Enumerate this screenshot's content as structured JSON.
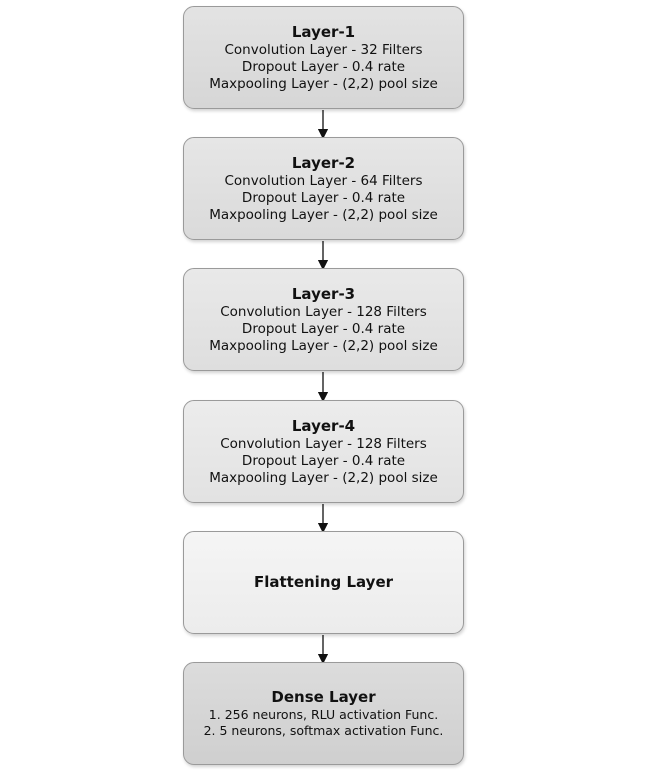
{
  "layers": [
    {
      "title": "Layer-1",
      "lines": [
        "Convolution Layer - 32 Filters",
        "Dropout Layer - 0.4 rate",
        "Maxpooling Layer - (2,2) pool size"
      ]
    },
    {
      "title": "Layer-2",
      "lines": [
        "Convolution Layer - 64 Filters",
        "Dropout Layer - 0.4 rate",
        "Maxpooling Layer - (2,2) pool size"
      ]
    },
    {
      "title": "Layer-3",
      "lines": [
        "Convolution Layer - 128 Filters",
        "Dropout Layer - 0.4 rate",
        "Maxpooling Layer - (2,2) pool size"
      ]
    },
    {
      "title": "Layer-4",
      "lines": [
        "Convolution Layer - 128 Filters",
        "Dropout Layer - 0.4 rate",
        "Maxpooling Layer - (2,2) pool size"
      ]
    },
    {
      "title": "Flattening Layer",
      "lines": []
    },
    {
      "title": "Dense Layer",
      "lines": [
        "1. 256 neurons, RLU activation Func.",
        "2. 5 neurons, softmax activation Func."
      ]
    }
  ]
}
